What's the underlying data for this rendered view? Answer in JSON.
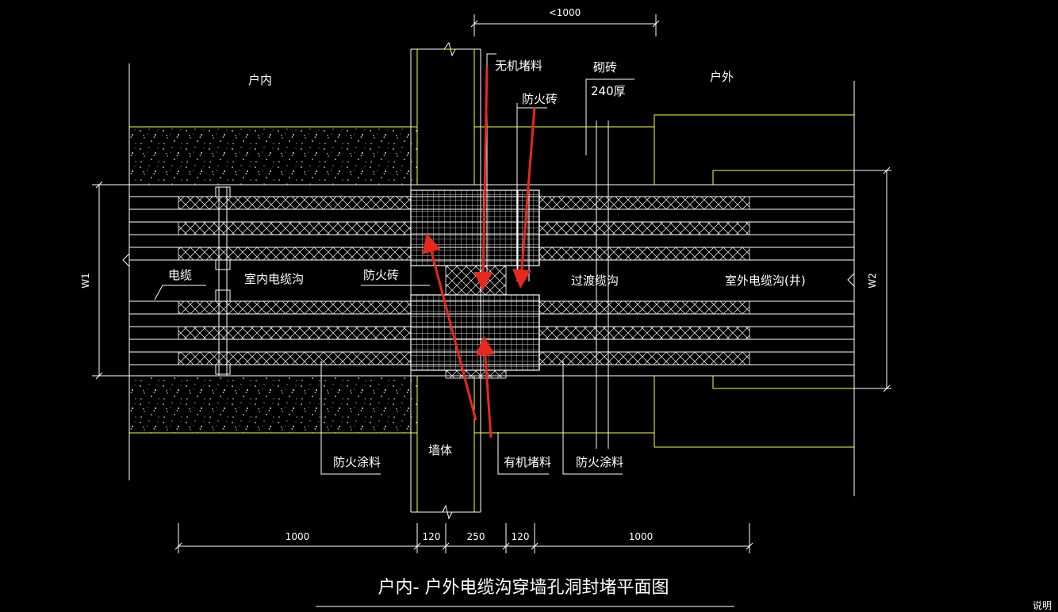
{
  "drawing": {
    "title": "户内- 户外电缆沟穿墙孔洞封堵平面图",
    "corner_text": "说明"
  },
  "labels": {
    "indoor": "户内",
    "outdoor": "户外",
    "inorganic_sealant": "无机堵料",
    "brick": "砌砖",
    "thickness": "240厚",
    "fire_brick_top": "防火砖",
    "cable": "电缆",
    "indoor_trench": "室内电缆沟",
    "fire_brick_mid": "防火砖",
    "transition_trench": "过渡缆沟",
    "outdoor_trench": "室外电缆沟(井)",
    "wall": "墙体",
    "fire_coating_left": "防火涂料",
    "organic_sealant": "有机堵料",
    "fire_coating_right": "防火涂料"
  },
  "dimensions": {
    "top_span": "<1000",
    "w1": "W1",
    "w2": "W2",
    "bottom": [
      "1000",
      "120",
      "250",
      "120",
      "1000"
    ]
  },
  "colors": {
    "background": "#000000",
    "outline": "#ffff33",
    "lines": "#ffffff",
    "annotation_arrow": "#e8281e"
  }
}
